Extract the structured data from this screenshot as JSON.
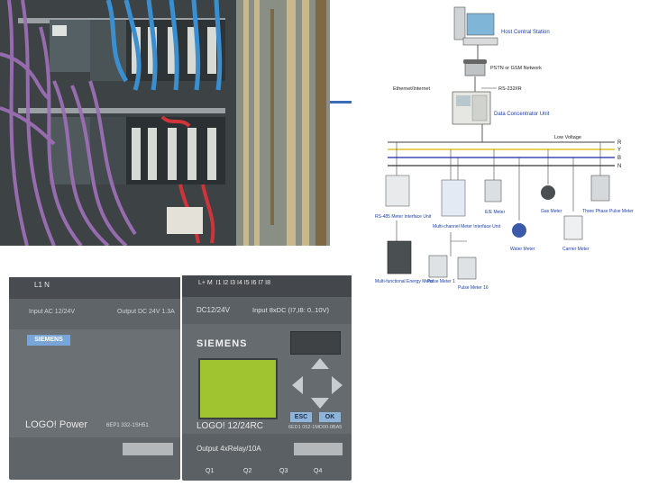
{
  "slide": {
    "panel_photo": {
      "alt": "Control cabinet with PLC modules and wiring"
    },
    "diagram": {
      "host": "Host Central Station",
      "pstn": "PSTN or GSM Network",
      "ethernet": "Ethernet/Internet",
      "rs232": "RS-232/IR",
      "dcu": "Data Concentrator Unit",
      "low_voltage": "Low Voltage",
      "phases": [
        "R",
        "Y",
        "B",
        "N"
      ],
      "devices_row1": [
        "RS-485 Meter Interface Unit",
        "Multi-channel Meter Interface Unit",
        "E/E Meter",
        "Gas Meter",
        "Three Phase Pulse Meter"
      ],
      "devices_row2": [
        "Water Meter",
        "Carrier Meter"
      ],
      "devices_row3": [
        "Multi-functional Energy Meter",
        "Pulse Meter 1",
        "Pulse Meter 16"
      ]
    },
    "logo_photo": {
      "power_brand": "SIEMENS",
      "power_name": "LOGO! Power",
      "power_input": "Input AC 12/24V",
      "power_output": "Output DC 24V 1.3A",
      "power_part": "6EP1 332-1SH51",
      "logo_brand": "SIEMENS",
      "logo_name": "LOGO! 12/24RC",
      "logo_supply": "DC12/24V",
      "logo_input": "Input 8xDC (I7,I8: 0..10V)",
      "logo_output": "Output 4xRelay/10A",
      "logo_part": "6ED1 052-1MD00-0BA5",
      "esc_label": "ESC",
      "ok_label": "OK",
      "top_terminals_left": "L1  N",
      "top_terminals_right": "L+ M  I1 I2 I3 I4 I5 I6 I7 I8",
      "bottom_outputs": [
        "Q1",
        "Q2",
        "Q3",
        "Q4"
      ]
    }
  }
}
